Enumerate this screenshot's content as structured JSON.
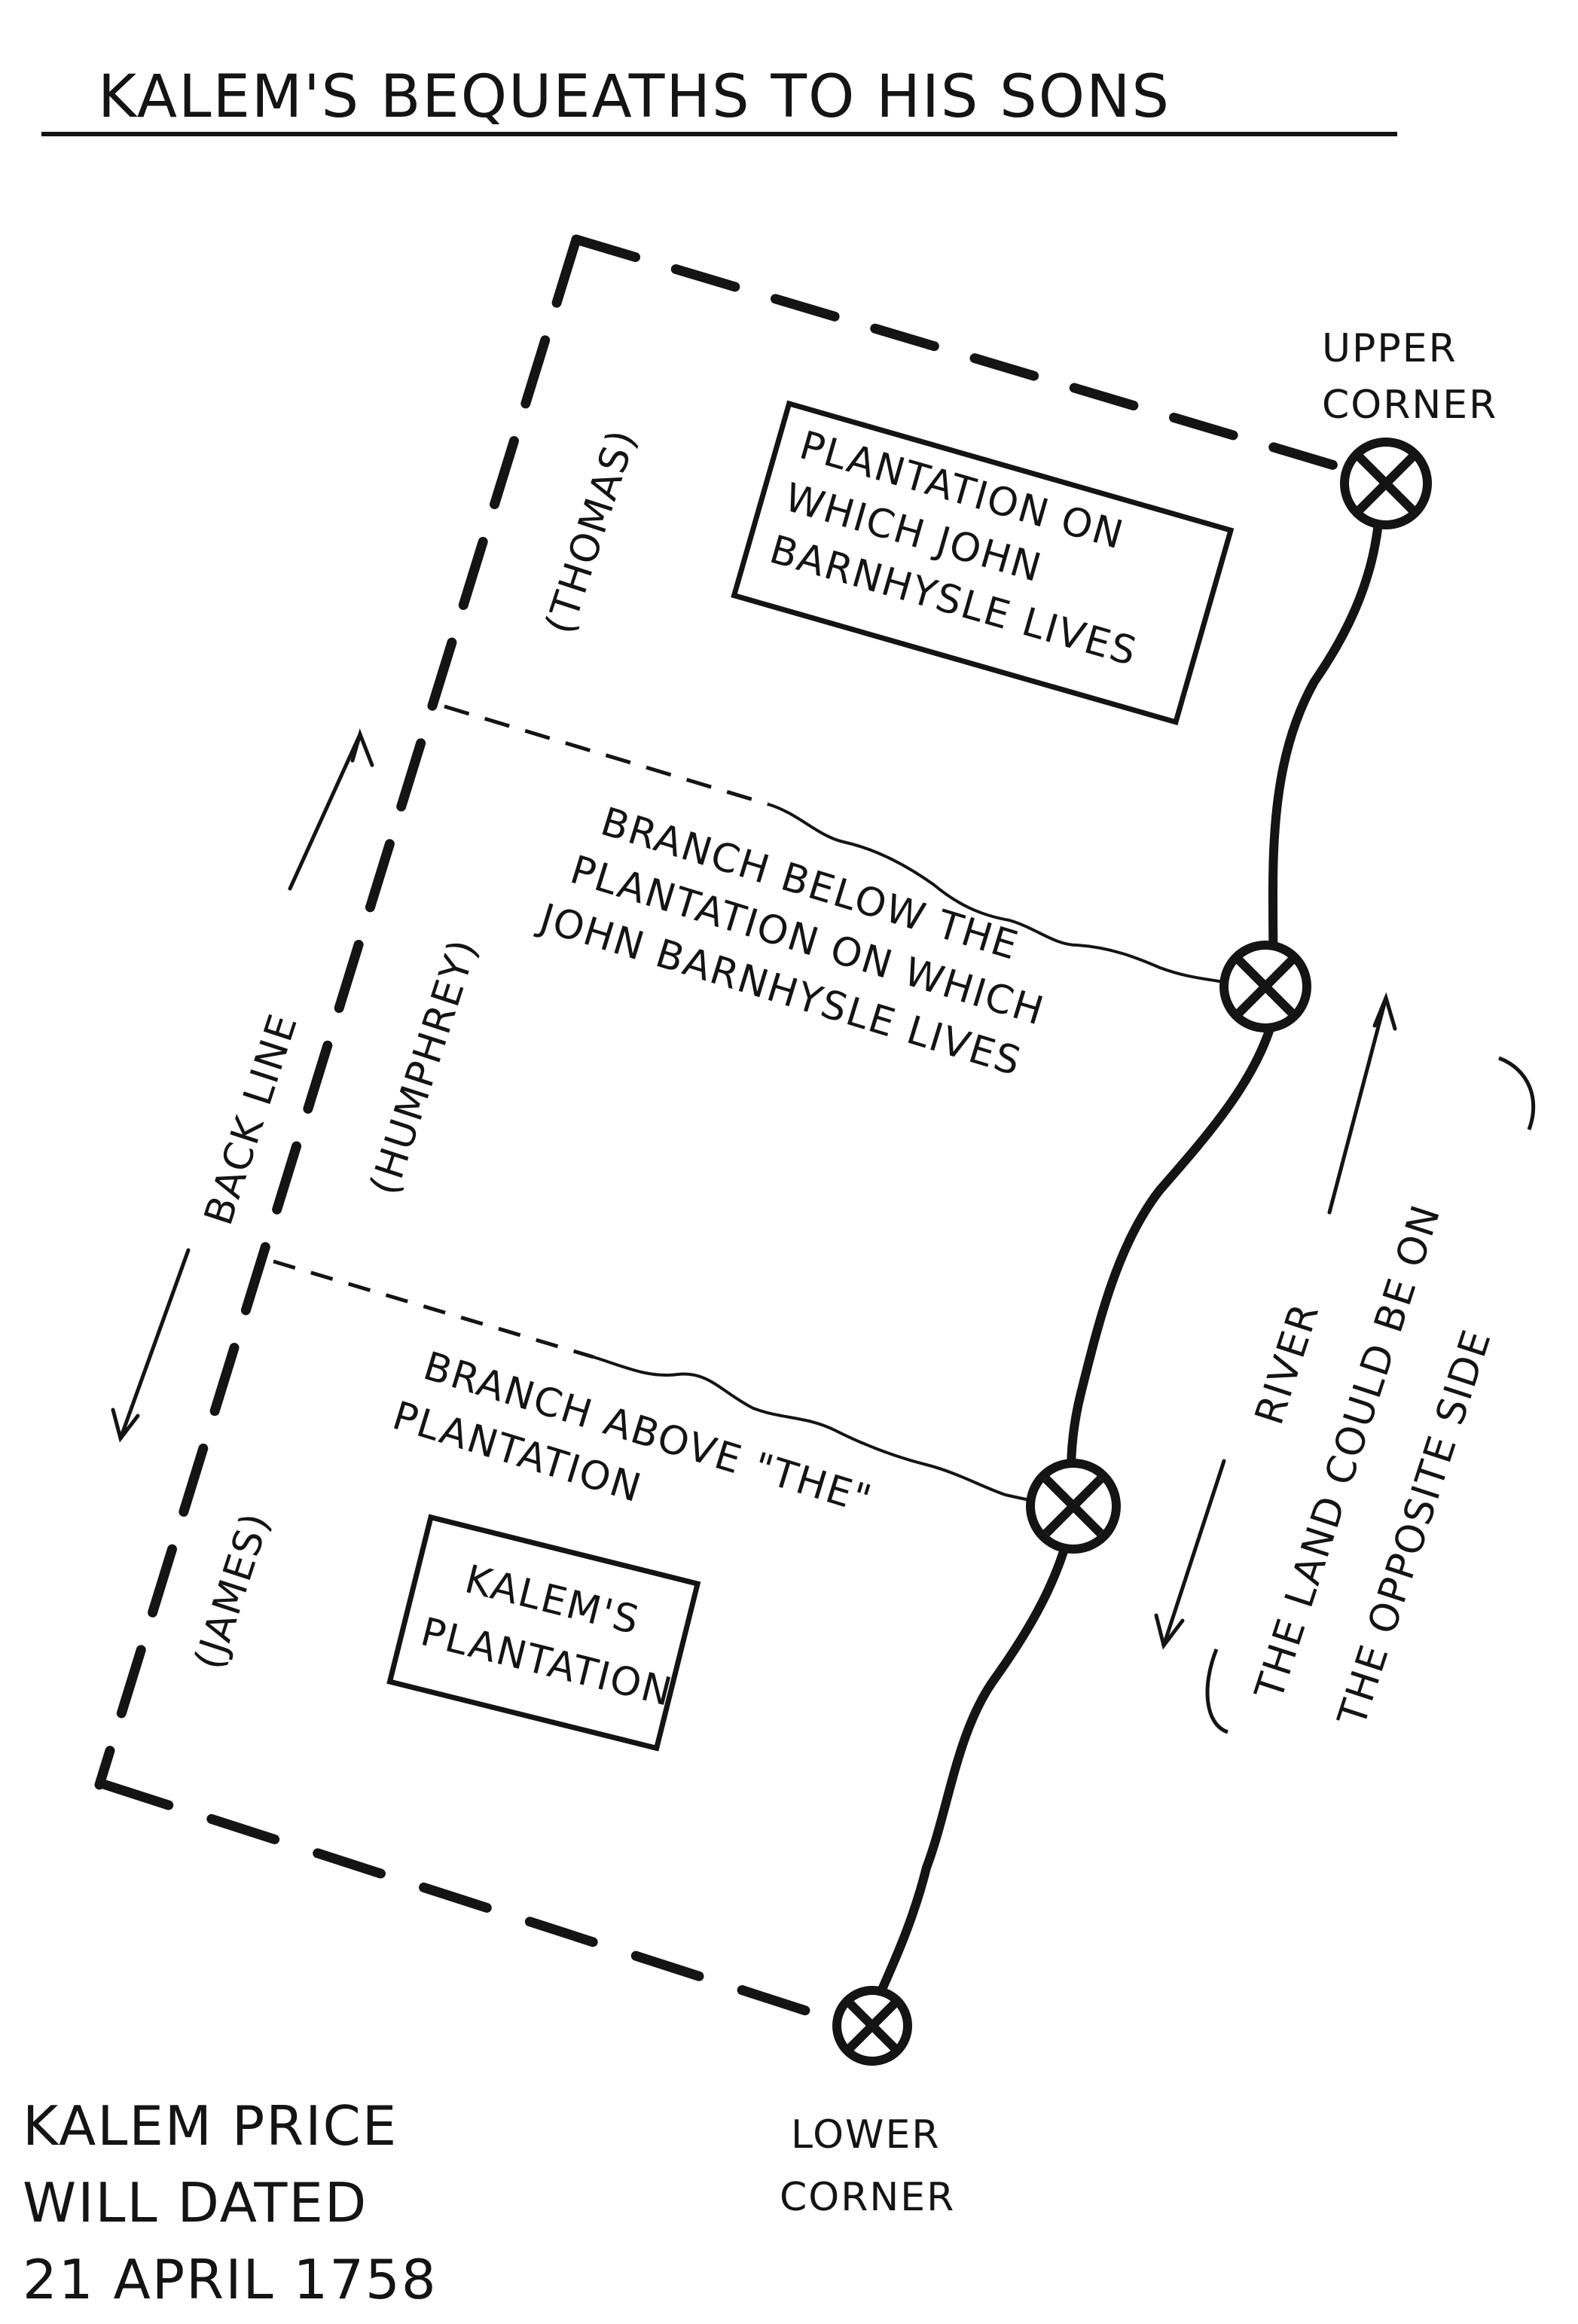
{
  "title": "KALEM'S BEQUEATHS TO HIS SONS",
  "corners": {
    "upper_1": "UPPER",
    "upper_2": "CORNER",
    "lower_1": "LOWER",
    "lower_2": "CORNER"
  },
  "plantations": {
    "barnhysle_lines": [
      "PLANTATION ON",
      "WHICH JOHN",
      "BARNHYSLE LIVES"
    ],
    "kalem_lines": [
      "KALEM'S",
      "PLANTATION"
    ]
  },
  "branches": {
    "below_lines": [
      "BRANCH BELOW THE",
      "PLANTATION ON WHICH",
      "JOHN BARNHYSLE LIVES"
    ],
    "above_lines": [
      "BRANCH ABOVE \"THE\"",
      "PLANTATION"
    ]
  },
  "sons": {
    "thomas": "(THOMAS)",
    "humphrey": "(HUMPHREY)",
    "james": "(JAMES)"
  },
  "back_line": "BACK LINE",
  "river": "RIVER",
  "note_lines": [
    "THE LAND COULD BE ON",
    "THE OPPOSITE SIDE"
  ],
  "will": {
    "line1": "KALEM PRICE",
    "line2": "WILL DATED",
    "line3": "21 APRIL 1758"
  },
  "colors": {
    "ink": "#141414",
    "paper": "#ffffff"
  },
  "icons": {
    "survey_corner": "circled-x-marker",
    "direction_arrow": "arrow-icon"
  }
}
